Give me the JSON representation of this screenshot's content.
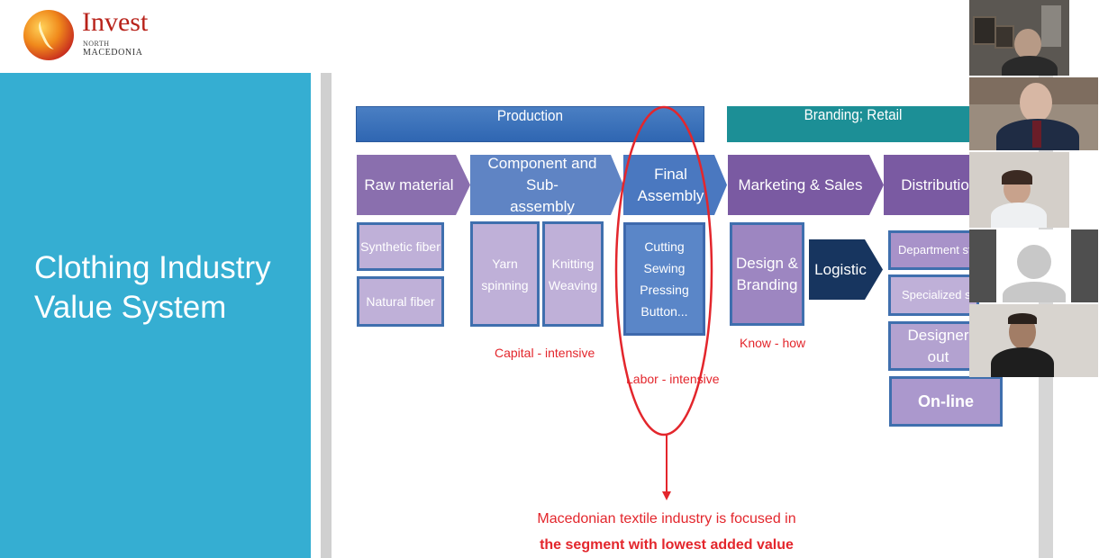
{
  "logo": {
    "name": "Invest",
    "line2": "NORTH",
    "line3": "MACEDONIA"
  },
  "slide": {
    "title_line1": "Clothing Industry",
    "title_line2": "Value System"
  },
  "diagram": {
    "production_label": "Production",
    "branding_label": "Branding; Retail",
    "stages": {
      "raw_material": "Raw material",
      "component_line1": "Component and Sub-",
      "component_line2": "assembly",
      "final_line1": "Final",
      "final_line2": "Assembly",
      "marketing": "Marketing & Sales",
      "distribution": "Distributio"
    },
    "raw_boxes": [
      "Synthetic fiber",
      "Natural fiber"
    ],
    "component_boxes": {
      "yarn_line1": "Yarn",
      "yarn_line2": "spinning",
      "knit_line1": "Knitting",
      "knit_line2": "Weaving"
    },
    "final_box": [
      "Cutting",
      "Sewing",
      "Pressing",
      "Button..."
    ],
    "design_line1": "Design &",
    "design_line2": "Branding",
    "logistic": "Logistic",
    "distribution_boxes": [
      "Department st",
      "Specialized st",
      "Designer out",
      "On-line"
    ],
    "labels": {
      "capital": "Capital - intensive",
      "labor": "Labor - intensive",
      "knowhow": "Know - how"
    },
    "note_line1": "Macedonian textile industry is focused in",
    "note_line2": "the segment with lowest added value"
  },
  "participants": [
    {
      "tile": "participant-1",
      "camera": "on"
    },
    {
      "tile": "participant-2",
      "camera": "on"
    },
    {
      "tile": "participant-3",
      "camera": "on"
    },
    {
      "tile": "participant-4",
      "camera": "off"
    },
    {
      "tile": "participant-5",
      "camera": "on"
    }
  ],
  "colors": {
    "title_panel": "#35aed2",
    "production_bar": "#2f66b2",
    "branding_bar": "#1c8f96",
    "stage_purple": "#8a6fae",
    "box_lavender": "#bfb0d8",
    "logistic": "#17355f",
    "highlight_red": "#e3262c"
  }
}
